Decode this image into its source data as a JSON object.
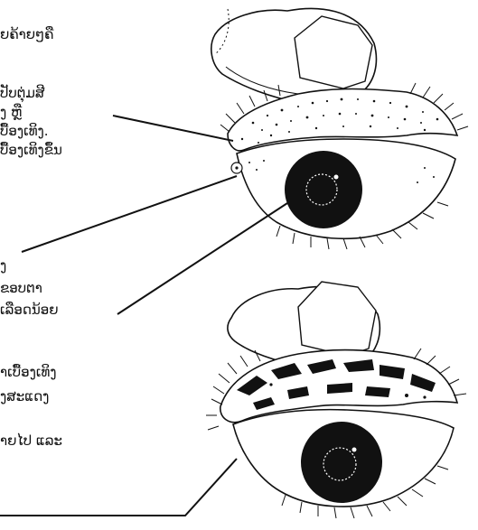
{
  "text_fragments": [
    "ຍຄ້າຍໆຄື",
    "ປັບຕຸ່ມສີ",
    "ງ ຫຼື",
    "ບື້ອງເທິງ.",
    "ບື້ອງເທິງຂຶ້ນ",
    "ງ",
    "ຂອບຕາ",
    "ເລືອດນ້ອຍ",
    "າເບື້ອງເທິງ",
    "ງສະແດງ",
    "າຍໄປ ແລະ"
  ],
  "colors": {
    "ink": "#111111",
    "paper": "#ffffff"
  }
}
